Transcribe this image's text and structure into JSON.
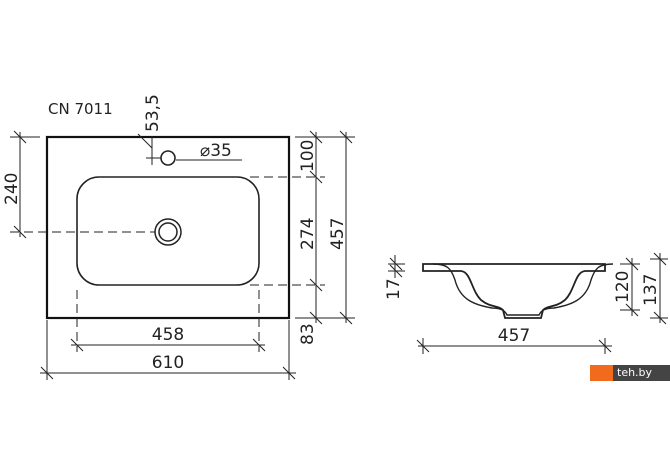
{
  "model": "CN 7011",
  "top_view": {
    "tap_offset": "53,5",
    "tap_diameter": "⌀35",
    "drain_from_top": "240",
    "top_margin": "100",
    "bowl_length": "274",
    "bottom_margin": "83",
    "total_depth": "457",
    "bowl_width": "458",
    "total_width": "610"
  },
  "side_view": {
    "rim_thickness": "17",
    "bowl_height": "120",
    "total_height": "137",
    "width": "457"
  },
  "watermark": "teh.by",
  "colors": {
    "line": "#222222",
    "watermark_orange": "#f26a1b",
    "watermark_gray": "#444444"
  }
}
